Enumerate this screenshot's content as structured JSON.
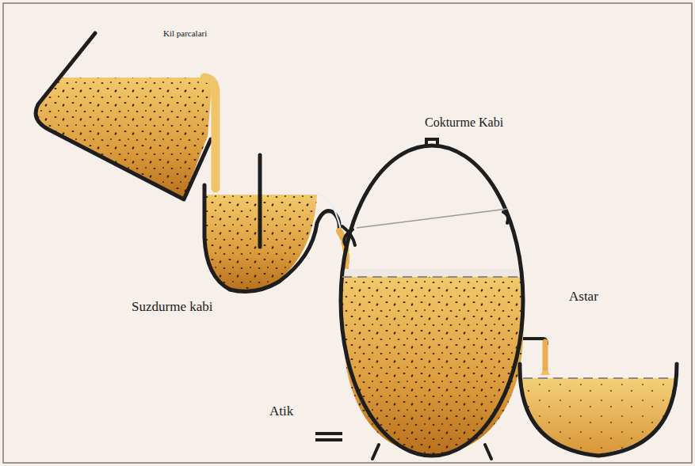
{
  "diagram": {
    "labels": [
      "Kil parcalari",
      "Cokturme Kabi",
      "Suzdurme kabi",
      "Astar",
      "Atik"
    ]
  }
}
